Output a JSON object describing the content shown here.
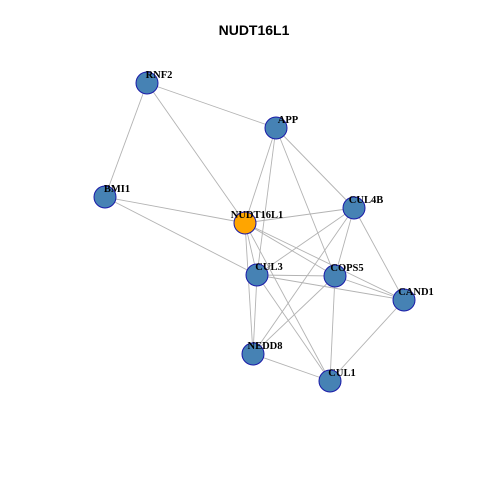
{
  "title": "NUDT16L1",
  "colors": {
    "node_default": "#4682b4",
    "node_focus": "#ffa500",
    "node_border": "#1a1aa8",
    "edge": "#b3b3b3"
  },
  "nodes": [
    {
      "id": "RNF2",
      "label": "RNF2",
      "focus": false
    },
    {
      "id": "APP",
      "label": "APP",
      "focus": false
    },
    {
      "id": "BMI1",
      "label": "BMI1",
      "focus": false
    },
    {
      "id": "NUDT16L1",
      "label": "NUDT16L1",
      "focus": true
    },
    {
      "id": "CUL4B",
      "label": "CUL4B",
      "focus": false
    },
    {
      "id": "CUL3",
      "label": "CUL3",
      "focus": false
    },
    {
      "id": "COPS5",
      "label": "COPS5",
      "focus": false
    },
    {
      "id": "CAND1",
      "label": "CAND1",
      "focus": false
    },
    {
      "id": "NEDD8",
      "label": "NEDD8",
      "focus": false
    },
    {
      "id": "CUL1",
      "label": "CUL1",
      "focus": false
    }
  ],
  "edges": [
    [
      "RNF2",
      "APP"
    ],
    [
      "RNF2",
      "BMI1"
    ],
    [
      "RNF2",
      "NUDT16L1"
    ],
    [
      "APP",
      "NUDT16L1"
    ],
    [
      "APP",
      "CUL4B"
    ],
    [
      "APP",
      "CUL3"
    ],
    [
      "APP",
      "COPS5"
    ],
    [
      "BMI1",
      "NUDT16L1"
    ],
    [
      "BMI1",
      "CUL3"
    ],
    [
      "NUDT16L1",
      "CUL4B"
    ],
    [
      "NUDT16L1",
      "CUL3"
    ],
    [
      "NUDT16L1",
      "COPS5"
    ],
    [
      "NUDT16L1",
      "CAND1"
    ],
    [
      "NUDT16L1",
      "NEDD8"
    ],
    [
      "NUDT16L1",
      "CUL1"
    ],
    [
      "CUL4B",
      "CUL3"
    ],
    [
      "CUL4B",
      "COPS5"
    ],
    [
      "CUL4B",
      "CAND1"
    ],
    [
      "CUL4B",
      "NEDD8"
    ],
    [
      "CUL3",
      "COPS5"
    ],
    [
      "CUL3",
      "CAND1"
    ],
    [
      "CUL3",
      "NEDD8"
    ],
    [
      "CUL3",
      "CUL1"
    ],
    [
      "COPS5",
      "CAND1"
    ],
    [
      "COPS5",
      "NEDD8"
    ],
    [
      "COPS5",
      "CUL1"
    ],
    [
      "CAND1",
      "CUL1"
    ],
    [
      "NEDD8",
      "CUL1"
    ]
  ]
}
